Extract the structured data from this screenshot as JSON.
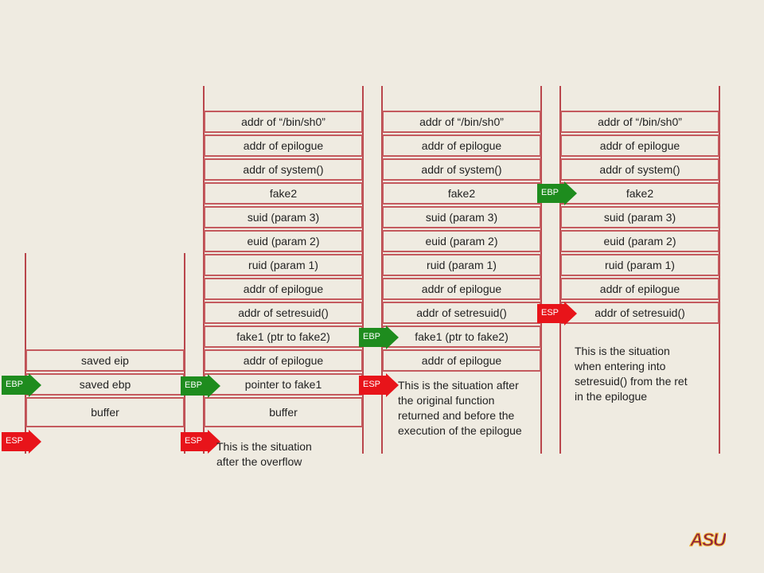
{
  "col1": {
    "cells": [
      "saved eip",
      "saved ebp",
      "buffer"
    ]
  },
  "col2": {
    "cells": [
      "addr of “/bin/sh0”",
      "addr of epilogue",
      "addr of system()",
      "fake2",
      "suid (param 3)",
      "euid (param 2)",
      "ruid (param 1)",
      "addr of epilogue",
      "addr of setresuid()",
      "fake1 (ptr to fake2)",
      "addr of epilogue",
      "pointer to fake1",
      "buffer"
    ],
    "caption": "This is the situation after the overflow"
  },
  "col3": {
    "cells": [
      "addr of “/bin/sh0”",
      "addr of epilogue",
      "addr of system()",
      "fake2",
      "suid (param 3)",
      "euid (param 2)",
      "ruid (param 1)",
      "addr of epilogue",
      "addr of setresuid()",
      "fake1 (ptr to fake2)",
      "addr of epilogue"
    ],
    "caption": "This is the situation after the original function returned and before the execution of the epilogue"
  },
  "col4": {
    "cells": [
      "addr of “/bin/sh0”",
      "addr of epilogue",
      "addr of system()",
      "fake2",
      "suid (param 3)",
      "euid (param 2)",
      "ruid (param 1)",
      "addr of epilogue",
      "addr of setresuid()"
    ],
    "caption": "This is the situation when entering into setresuid() from the ret in the epilogue"
  },
  "pointers": {
    "ebp": "EBP",
    "esp": "ESP"
  },
  "colors": {
    "ebp_arrow": "#1e8c1e",
    "esp_arrow": "#e8141a",
    "cell_border": "#c45a5e",
    "logo": "#8c1d40"
  },
  "logo_text": "ASU"
}
